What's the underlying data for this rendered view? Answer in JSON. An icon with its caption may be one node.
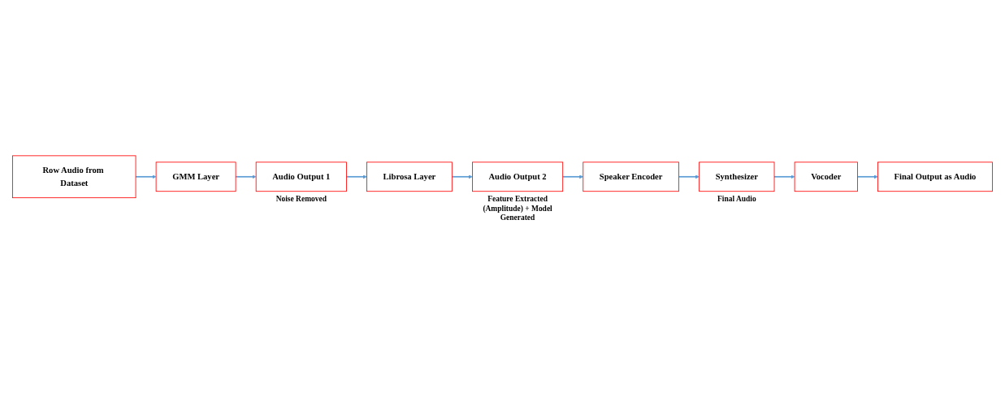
{
  "diagram": {
    "nodes": [
      {
        "text": [
          "Row Audio from Dataset"
        ]
      },
      {
        "text": [
          "GMM Layer"
        ]
      },
      {
        "text": [
          "Audio Output 1"
        ],
        "beside": [
          "Noise Removed"
        ]
      },
      {
        "text": [
          "Librosa Layer"
        ]
      },
      {
        "text": [
          "Audio Output 2"
        ],
        "beside": [
          "Feature Extracted (Amplitude) + Model Generated"
        ]
      },
      {
        "text": [
          "Speaker Encoder"
        ]
      },
      {
        "text": [
          "Synthesizer"
        ],
        "beside": [
          "Final Audio"
        ]
      },
      {
        "text": [
          "Vocoder"
        ]
      },
      {
        "text": [
          "Final Output as Audio"
        ]
      }
    ],
    "edges": [
      {
        "from": 0,
        "to": 1,
        "arrow": "to"
      },
      {
        "from": 1,
        "to": 2,
        "arrow": "to"
      },
      {
        "from": 2,
        "to": 3,
        "arrow": "to"
      },
      {
        "from": 3,
        "to": 4,
        "arrow": "to"
      },
      {
        "from": 4,
        "to": 5,
        "arrow": "to"
      },
      {
        "from": 5,
        "to": 6,
        "arrow": "to"
      },
      {
        "from": 6,
        "to": 7,
        "arrow": "to"
      },
      {
        "from": 7,
        "to": 8,
        "arrow": "to"
      }
    ]
  }
}
